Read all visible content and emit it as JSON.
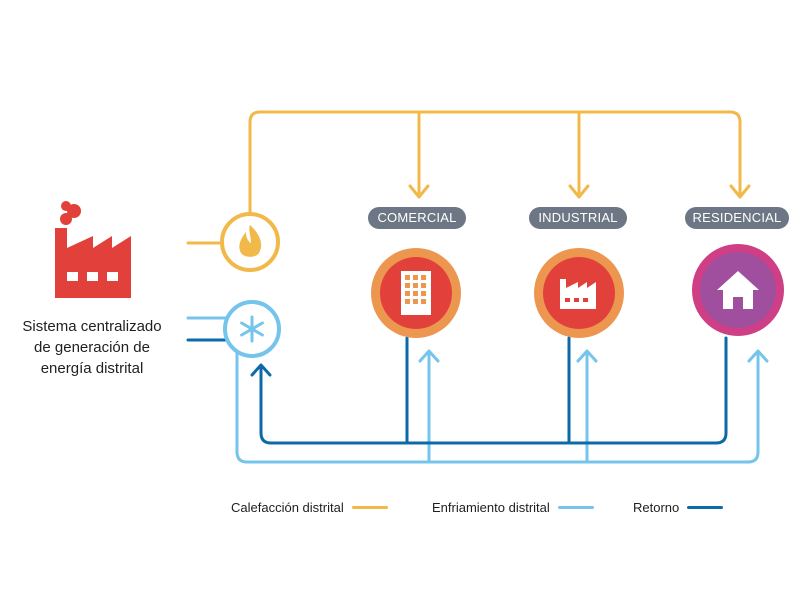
{
  "plant": {
    "caption": [
      "Sistema centralizado",
      "de generación de",
      "energía distrital"
    ]
  },
  "nodes": {
    "commercial": "COMERCIAL",
    "industrial": "INDUSTRIAL",
    "residential": "RESIDENCIAL"
  },
  "legend": {
    "heating": "Calefacción distrital",
    "cooling": "Enfriamiento distrital",
    "return": "Retorno"
  },
  "colors": {
    "heating": "#f1b84a",
    "cooling": "#74c4ec",
    "return": "#0d6aa8",
    "factory": "#e2403a",
    "node_ring": "#ec9650",
    "residential_ring": "#cf3f85",
    "residential_fill": "#9f4f9e",
    "label_pill": "#6d7684"
  },
  "icons": {
    "plant": "factory-icon",
    "heating_source": "flame-icon",
    "cooling_source": "snowflake-icon",
    "commercial": "office-building-icon",
    "industrial": "factory-icon",
    "residential": "house-icon"
  }
}
